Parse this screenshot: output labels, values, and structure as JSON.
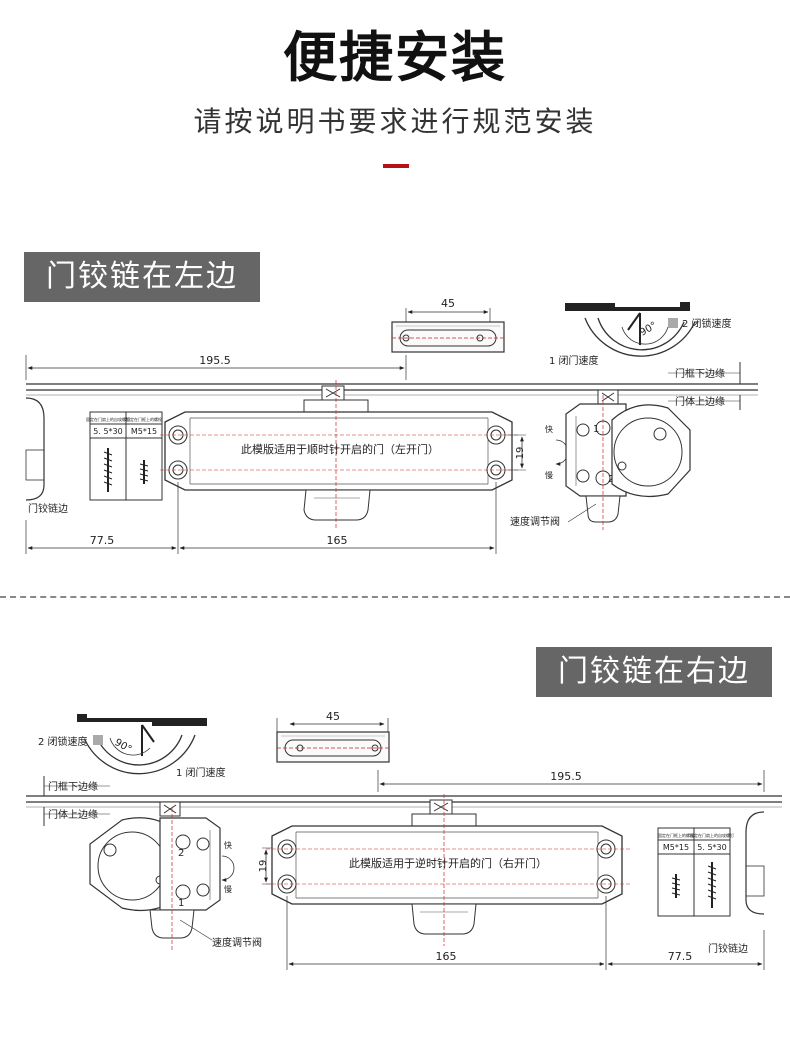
{
  "header": {
    "title": "便捷安装",
    "subtitle": "请按说明书要求进行规范安装"
  },
  "colors": {
    "accent": "#b5121b",
    "banner_bg": "#666666",
    "guide_red": "#d22222"
  },
  "left_hinge": {
    "banner": "门铰链在左边",
    "dim_bracket": "45",
    "dim_total": "195.5",
    "dim_edge": "77.5",
    "dim_body": "165",
    "dim_height": "19",
    "label_close_speed": "1 闭门速度",
    "label_lock_speed": "2 闭锁速度",
    "label_frame_edge": "门框下边缘",
    "label_door_edge": "门体上边缘",
    "label_hinge_side": "门铰链边",
    "label_valve": "速度调节阀",
    "template_note": "此模版适用于顺时针开启的门（左开门）",
    "angle": "90°",
    "screw_head_a": "固定在门扇上的自攻螺钉",
    "screw_head_b": "固定在门框上的螺栓",
    "screw_a": "5. 5*30",
    "screw_b": "M5*15",
    "valve_fast": "快",
    "valve_slow": "慢",
    "valve_num_1": "1",
    "valve_num_2": "2"
  },
  "right_hinge": {
    "banner": "门铰链在右边",
    "dim_bracket": "45",
    "dim_total": "195.5",
    "dim_edge": "77.5",
    "dim_body": "165",
    "dim_height": "19",
    "label_close_speed": "1 闭门速度",
    "label_lock_speed": "2 闭锁速度",
    "label_frame_edge": "门框下边缘",
    "label_door_edge": "门体上边缘",
    "label_hinge_side": "门铰链边",
    "label_valve": "速度调节阀",
    "template_note": "此模版适用于逆时针开启的门（右开门）",
    "angle": "90°",
    "screw_head_a": "固定在门框上的螺栓",
    "screw_head_b": "固定在门扇上的自攻螺钉",
    "screw_a": "M5*15",
    "screw_b": "5. 5*30",
    "valve_fast": "快",
    "valve_slow": "慢",
    "valve_num_1": "1",
    "valve_num_2": "2"
  }
}
